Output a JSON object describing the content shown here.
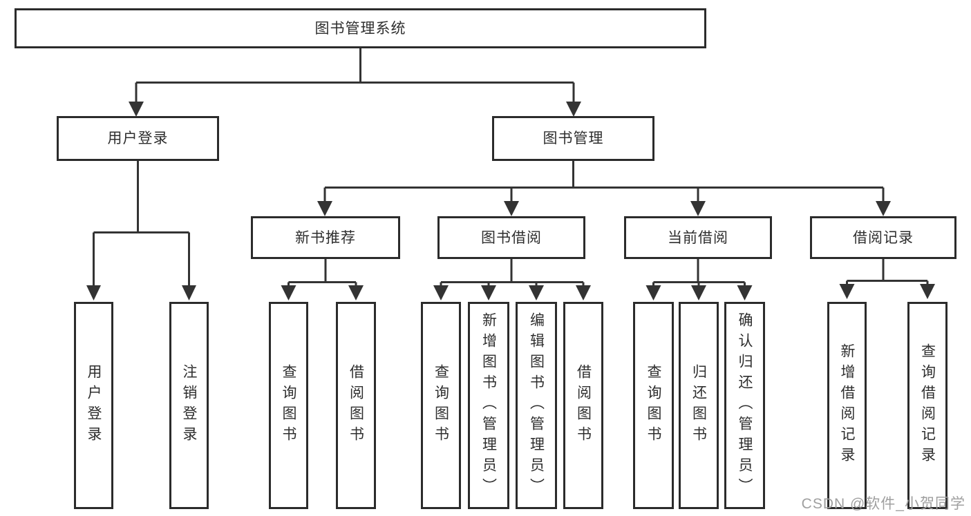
{
  "diagram": {
    "root": "图书管理系统",
    "branches": [
      {
        "label": "用户登录",
        "children": [
          "用户登录",
          "注销登录"
        ]
      },
      {
        "label": "图书管理",
        "children": [
          {
            "label": "新书推荐",
            "children": [
              "查询图书",
              "借阅图书"
            ]
          },
          {
            "label": "图书借阅",
            "children": [
              "查询图书",
              "新增图书（管理员）",
              "编辑图书（管理员）",
              "借阅图书"
            ]
          },
          {
            "label": "当前借阅",
            "children": [
              "查询图书",
              "归还图书",
              "确认归还（管理员）"
            ]
          },
          {
            "label": "借阅记录",
            "children": [
              "新增借阅记录",
              "查询借阅记录"
            ]
          }
        ]
      }
    ]
  },
  "watermark": {
    "text": "CSDN @软件_小贺同学"
  },
  "colors": {
    "line": "#333333",
    "box_border": "#2b2b2b",
    "text": "#2e2e2e",
    "watermark": "#9f9f9f",
    "background": "#ffffff"
  }
}
